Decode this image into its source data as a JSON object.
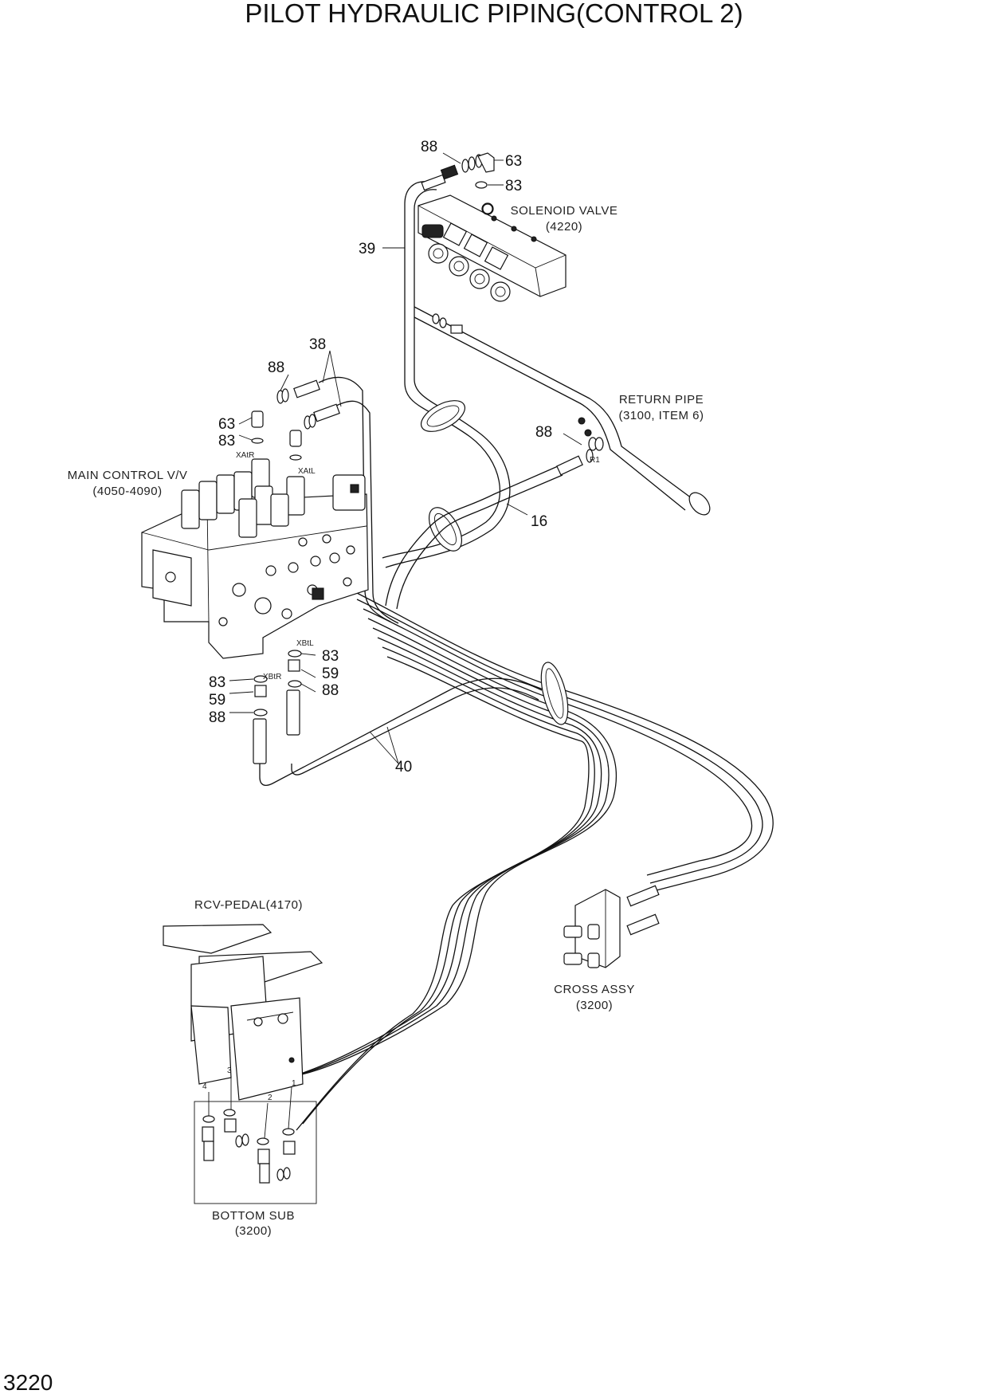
{
  "title": "PILOT HYDRAULIC PIPING(CONTROL 2)",
  "page_number": "3220",
  "components": {
    "solenoid_valve": {
      "name": "SOLENOID VALVE",
      "ref": "(4220)"
    },
    "return_pipe": {
      "name": "RETURN PIPE",
      "ref": "(3100, ITEM 6)"
    },
    "main_control_valve": {
      "name": "MAIN CONTROL V/V",
      "ref": "(4050-4090)"
    },
    "rcv_pedal": {
      "name": "RCV-PEDAL(4170)"
    },
    "cross_assy": {
      "name": "CROSS ASSY",
      "ref": "(3200)"
    },
    "bottom_sub": {
      "name": "BOTTOM SUB",
      "ref": "(3200)"
    }
  },
  "port_labels": {
    "xatr": "XAtR",
    "xatl": "XAtL",
    "xbtl": "XBtL",
    "xbtr": "XBtR",
    "r1": "R1"
  },
  "pedal_ports": [
    "4",
    "3",
    "2",
    "1"
  ],
  "callouts": {
    "sol_88": "88",
    "sol_63": "63",
    "sol_83": "83",
    "pipe_39": "39",
    "ret_88": "88",
    "hose_16": "16",
    "mcv_38": "38",
    "mcv_88": "88",
    "mcv_63": "63",
    "mcv_83": "83",
    "r_83": "83",
    "r_59": "59",
    "r_88": "88",
    "l_83": "83",
    "l_59": "59",
    "l_88": "88",
    "hose_40": "40"
  }
}
